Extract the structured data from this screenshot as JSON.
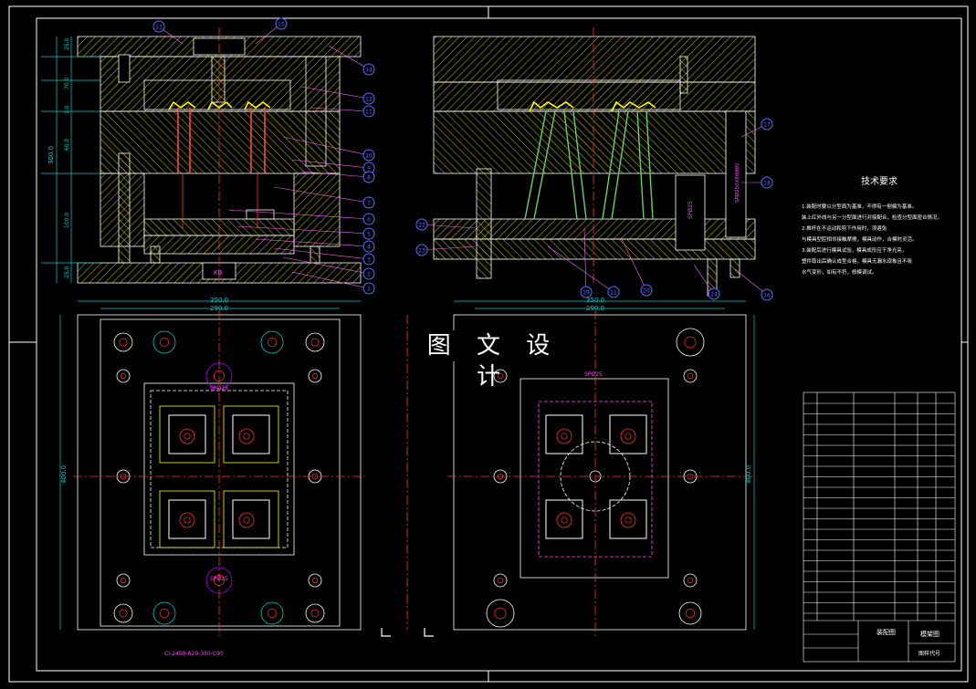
{
  "watermark": "图 文 设 计",
  "tech_notes": {
    "title": "技术要求",
    "lines": [
      "1.装配时要以分型面为基准，不得有一侧偏为基准。",
      "   装上红外线与另一分型面进行对接配合，检查分型面密合情况。",
      "2.推杆在不运动和剪下作用时，须避免",
      "   与模具型腔相邻接触摩擦，模具动作，合模时灵活。",
      "3.装配后进行模具试验，模具成形应干净光亮，",
      "   塑件取出后确认成型合格，模具无漏水现象且不吸",
      "   水气变形，如有不符，修模调试。"
    ]
  },
  "dimensions": {
    "front_width_outer": "350.0",
    "front_width_inner": "290.0",
    "back_width_outer": "350.0",
    "back_width_inner": "290.0",
    "front_height_total": "300.0",
    "front_height_segments": [
      "25.0",
      "70.0",
      "1.0",
      "60.0",
      "100.0",
      "25.0"
    ],
    "plan_height_left": "400.0",
    "plan_height_right": "400.0"
  },
  "part_labels": {
    "front": [
      "13",
      "15",
      "14",
      "12",
      "11",
      "10",
      "9",
      "8",
      "7",
      "6",
      "5",
      "4",
      "3",
      "2",
      "1"
    ],
    "back": [
      "17",
      "18",
      "19",
      "20",
      "21",
      "22",
      "23",
      "24",
      "16"
    ]
  },
  "dim_tags": {
    "sp_a": "SPØ25",
    "sp_b": "SPØ25",
    "sp_c": "SPØ25",
    "kb": "KB",
    "pillar": "SPØ25",
    "sleeve": "SPØ250X80H80"
  },
  "part_code": "CI-2450-A20-350-C90",
  "title_block": {
    "drawing_name": "装配图",
    "drawing_title": "模架图",
    "drawing_code_label": "图样代号"
  },
  "colors": {
    "background": "#000000",
    "outline": "#ffffff",
    "hatch": "#d8d800",
    "dimension": "#00cccc",
    "centerline": "#ff2a2a",
    "leader": "#ff66ff",
    "balloon": "#5b6cff",
    "yellow_pin": "#ffff00",
    "green": "#6ad06a"
  }
}
